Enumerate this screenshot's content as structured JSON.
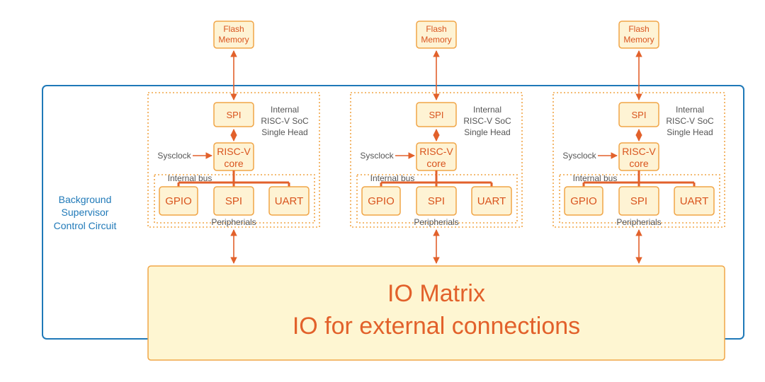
{
  "colors": {
    "box_fill": "#fef3d4",
    "box_stroke": "#f0a547",
    "arrow": "#e2612b",
    "text_orange": "#d9541e",
    "supervisor_border": "#1f79b8",
    "io_fill": "#fef6d2"
  },
  "supervisor": {
    "lines": [
      "Background",
      "Supervisor",
      "Control Circuit"
    ]
  },
  "io_matrix": {
    "line1": "IO Matrix",
    "line2": "IO for external connections"
  },
  "socs": [
    {
      "flash": [
        "Flash",
        "Memory"
      ],
      "spi_top": "SPI",
      "soc_label": [
        "Internal",
        "RISC-V SoC",
        "Single Head"
      ],
      "sysclock": "Sysclock",
      "core": [
        "RISC-V",
        "core"
      ],
      "internal_bus": "Internal bus",
      "peripherals": [
        "GPIO",
        "SPI",
        "UART"
      ],
      "peripherals_label": "Peripherials"
    },
    {
      "flash": [
        "Flash",
        "Memory"
      ],
      "spi_top": "SPI",
      "soc_label": [
        "Internal",
        "RISC-V SoC",
        "Single Head"
      ],
      "sysclock": "Sysclock",
      "core": [
        "RISC-V",
        "core"
      ],
      "internal_bus": "Internal bus",
      "peripherals": [
        "GPIO",
        "SPI",
        "UART"
      ],
      "peripherals_label": "Peripherials"
    },
    {
      "flash": [
        "Flash",
        "Memory"
      ],
      "spi_top": "SPI",
      "soc_label": [
        "Internal",
        "RISC-V SoC",
        "Single Head"
      ],
      "sysclock": "Sysclock",
      "core": [
        "RISC-V",
        "core"
      ],
      "internal_bus": "Internal bus",
      "peripherals": [
        "GPIO",
        "SPI",
        "UART"
      ],
      "peripherals_label": "Peripherials"
    }
  ]
}
